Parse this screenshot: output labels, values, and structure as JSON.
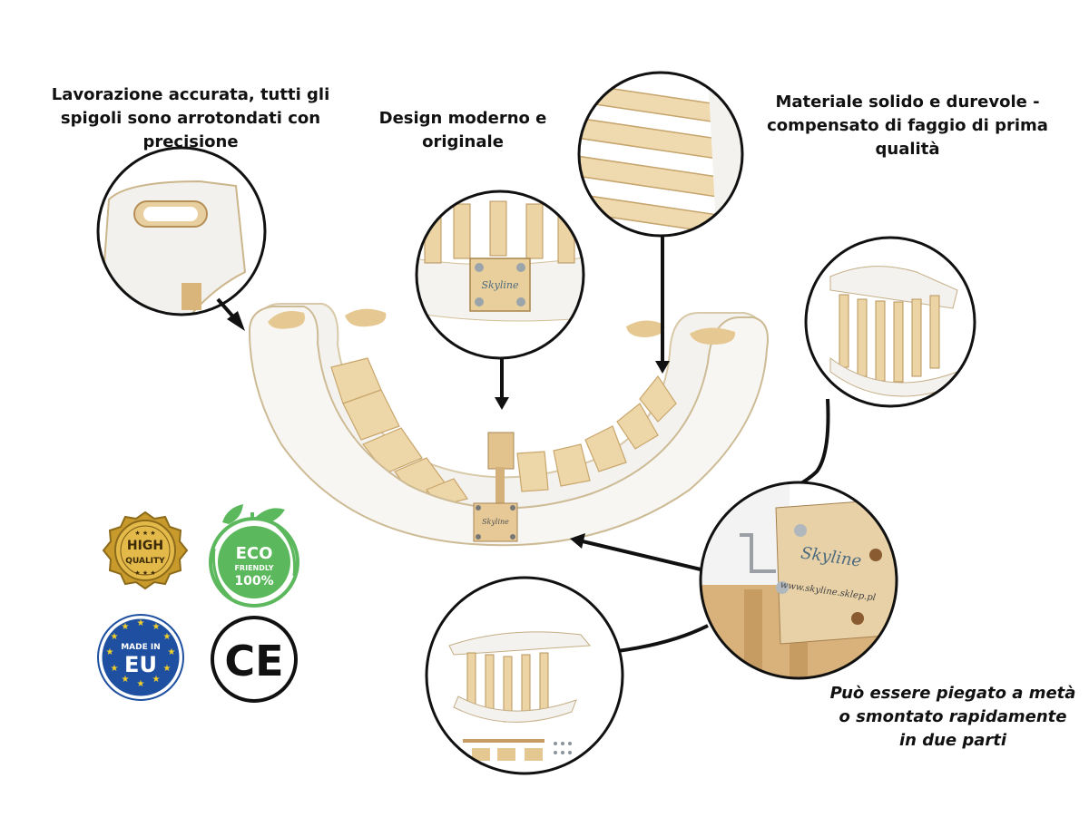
{
  "captions": {
    "edges": "Lavorazione accurata, tutti gli\nspigoli sono arrotondati con\nprecisione",
    "design": "Design moderno e\noriginale",
    "material": "Materiale solido e durevole -\ncompensato di faggio di prima\nqualità",
    "fold": "Può essere piegato a metà\no smontato rapidamente\nin due parti"
  },
  "brand": {
    "name": "Skyline",
    "url": "www.skyline.sklep.pl"
  },
  "badges": {
    "high_quality": {
      "line1": "HIGH",
      "line2": "QUALITY"
    },
    "eco": {
      "line1": "ECO",
      "line2": "FRIENDLY",
      "line3": "100%"
    },
    "made_in_eu": {
      "line1": "MADE IN",
      "line2": "EU"
    },
    "ce": "CE"
  },
  "colors": {
    "wood": "#e8cfa0",
    "board": "#f4f2ee",
    "eco_green": "#5cb85c",
    "eu_blue": "#1e4fa0",
    "gold": "#c89a2c"
  }
}
